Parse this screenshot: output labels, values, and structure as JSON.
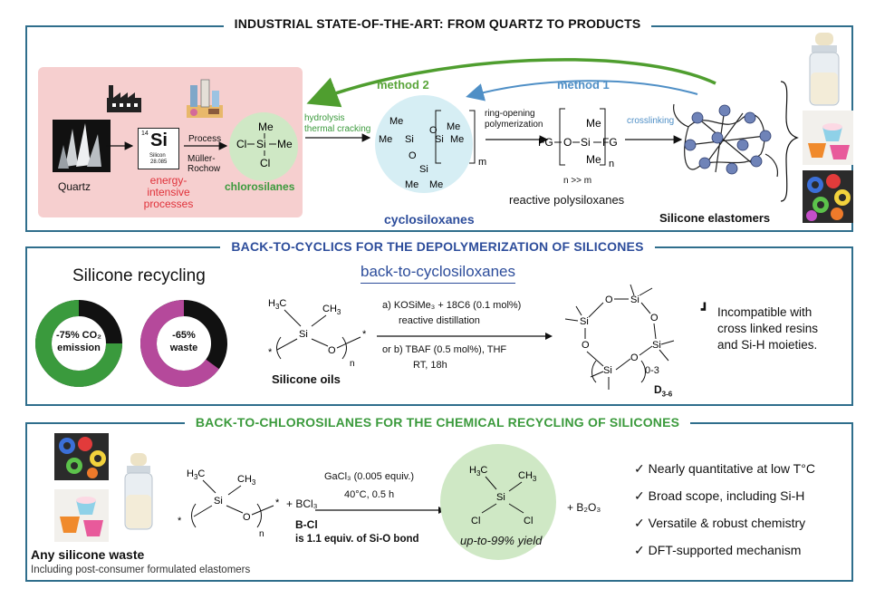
{
  "panel1": {
    "title": "INDUSTRIAL STATE-OF-THE-ART: FROM QUARTZ TO PRODUCTS",
    "quartz": "Quartz",
    "element": {
      "number": "14",
      "symbol": "Si",
      "name": "Silicon",
      "mass": "28.085"
    },
    "energy_label": "energy-intensive processes",
    "process_label": "Process",
    "process_name": "Müller-Rochow",
    "chlorosilanes": "chlorosilanes",
    "method2": "method 2",
    "method1": "method 1",
    "hydrolysis": "hydrolysis",
    "thermal": "thermal cracking",
    "rop1": "ring-opening",
    "rop2": "polymerization",
    "crosslinking": "crosslinking",
    "cyclosiloxanes": "cyclosiloxanes",
    "reactive": "reactive polysiloxanes",
    "n_m": "n >> m",
    "elastomers": "Silicone elastomers"
  },
  "panel2": {
    "title": "BACK-TO-CYCLICS FOR THE DEPOLYMERIZATION OF SILICONES",
    "recycling": "Silicone recycling",
    "donut1": {
      "line1": "-75% CO₂",
      "line2": "emission",
      "fraction": 0.75,
      "color": "#3a9a3d"
    },
    "donut2": {
      "line1": "-65%",
      "line2": "waste",
      "fraction": 0.65,
      "color": "#b5499b"
    },
    "subtitle": "back-to-cyclosiloxanes",
    "condA1": "a)  KOSiMe₃ + 18C6 (0.1 mol%)",
    "condA2": "reactive distillation",
    "condB1": "or  b) TBAF (0.5 mol%), THF",
    "condB2": "RT, 18h",
    "oils": "Silicone oils",
    "product": "D",
    "product_sub": "3-6",
    "range": "0-3",
    "incompatible": [
      "Incompatible with",
      "cross linked resins",
      "and Si-H moieties."
    ]
  },
  "panel3": {
    "title": "BACK-TO-CHLOROSILANES FOR THE CHEMICAL RECYCLING OF SILICONES",
    "cond1": "GaCl₃ (0.005 equiv.)",
    "cond2": "40°C, 0.5 h",
    "bcl3": "+ BCl₃",
    "bcl_label": "B-Cl",
    "bond": "is 1.1 equiv. of Si-O bond",
    "yield": "up-to-99% yield",
    "b2o3": "+ B₂O₃",
    "checks": [
      "Nearly quantitative at low T°C",
      "Broad scope, including Si-H",
      "Versatile & robust chemistry",
      "DFT-supported mechanism"
    ],
    "waste": "Any silicone waste",
    "waste_sub": "Including post-consumer formulated elastomers"
  }
}
